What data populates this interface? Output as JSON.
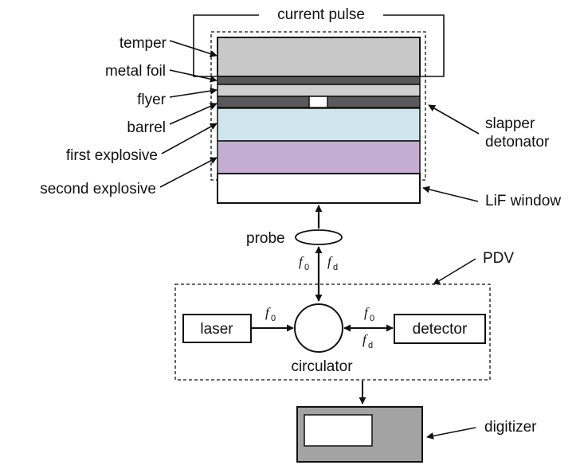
{
  "labels": {
    "current_pulse": "current pulse",
    "temper": "temper",
    "metal_foil": "metal foil",
    "flyer": "flyer",
    "barrel": "barrel",
    "first_explosive": "first explosive",
    "second_explosive": "second explosive",
    "slapper_line1": "slapper",
    "slapper_line2": "detonator",
    "lif_window": "LiF window",
    "probe": "probe",
    "pdv": "PDV",
    "laser": "laser",
    "circulator": "circulator",
    "detector": "detector",
    "digitizer": "digitizer"
  },
  "freq": {
    "f": "f",
    "sub_0": "0",
    "sub_d": "d"
  },
  "colors": {
    "temper": "#c8c8c8",
    "metal_foil": "#5a5a5a",
    "flyer": "#d0d0d0",
    "barrel": "#5a5a5a",
    "first_explosive": "#cfe6ee",
    "second_explosive": "#c3aed2",
    "lif_window": "#ffffff",
    "digitizer_body": "#a3a3a3",
    "stroke": "#111111"
  }
}
